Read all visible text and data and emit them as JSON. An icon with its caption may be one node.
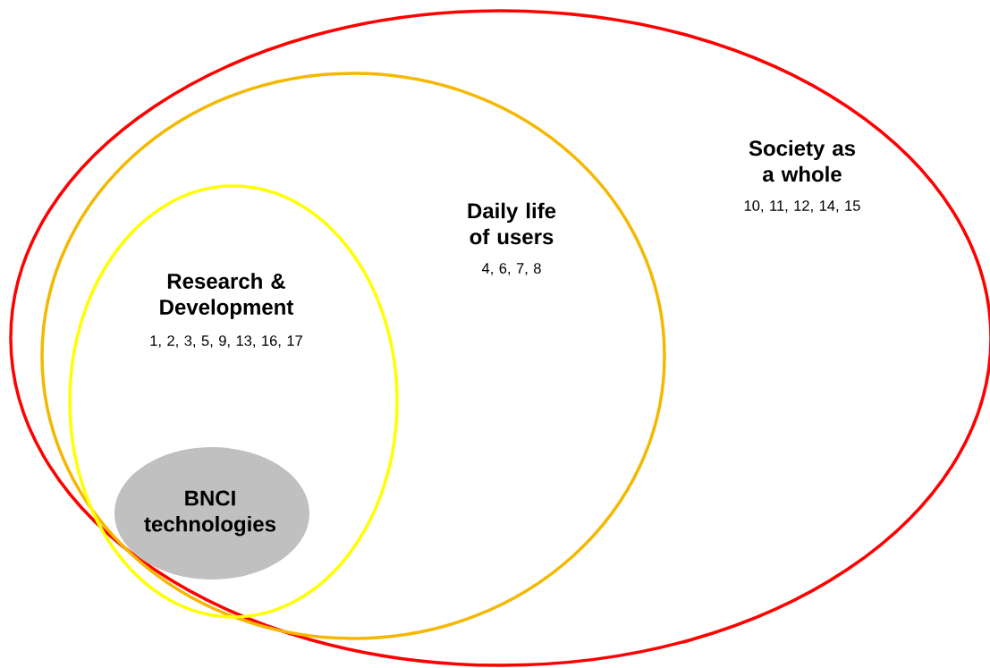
{
  "diagram": {
    "nodes": [
      {
        "text": [
          "Society as a whole",
          "10, 11, 12, 14, 15"
        ]
      },
      {
        "text": [
          "Daily life of users",
          "4, 6, 7, 8"
        ],
        "in": 0
      },
      {
        "text": [
          "Research & Development",
          "1, 2, 3, 5, 9, 13, 16, 17"
        ],
        "in": 1
      },
      {
        "text": [
          "BNCI technologies"
        ],
        "in": 2
      }
    ]
  }
}
